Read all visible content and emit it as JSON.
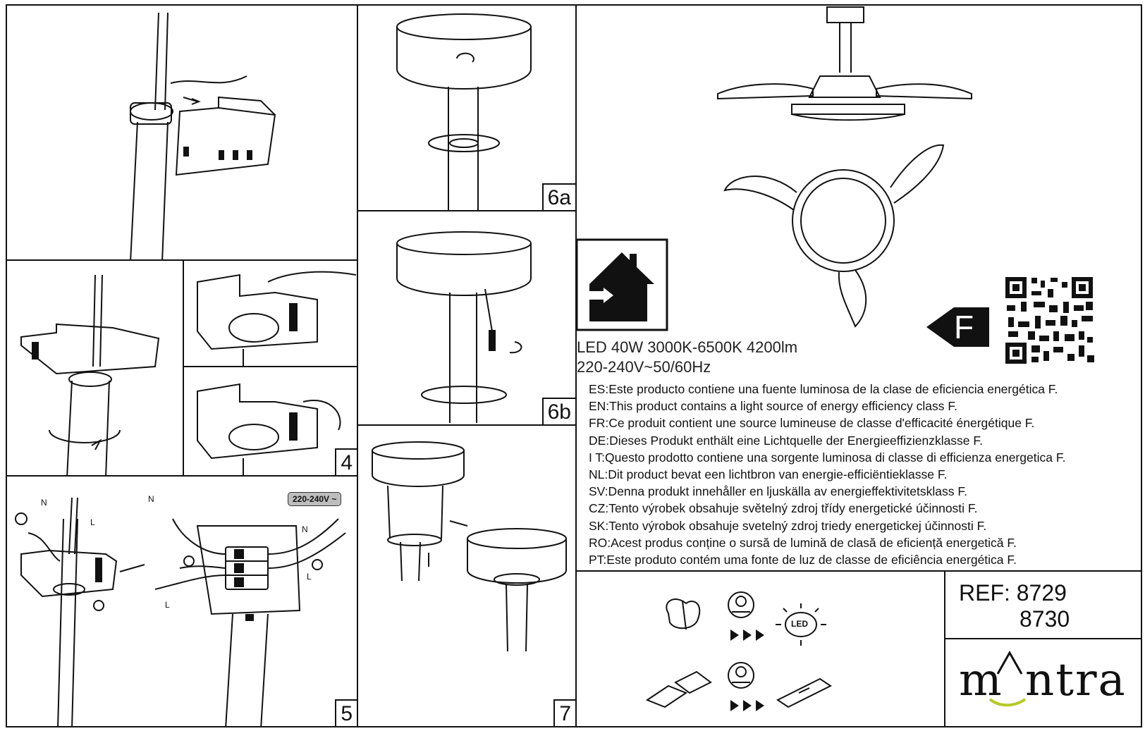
{
  "steps": {
    "s4": "4",
    "s5": "5",
    "s6a": "6a",
    "s6b": "6b",
    "s7": "7"
  },
  "wiring": {
    "voltage": "220-240V ~",
    "n": "N",
    "l": "L"
  },
  "specs": {
    "line1": "LED 40W 3000K-6500K 4200lm",
    "line2": "220-240V~50/60Hz"
  },
  "energy_class": "F",
  "energy_statements": [
    "ES:Este producto contiene una fuente luminosa de la clase de eficiencia energética F.",
    "EN:This product contains a light source of energy efficiency class  F.",
    "FR:Ce produit contient une source lumineuse de classe d'efficacité énergétique F.",
    "DE:Dieses Produkt enthält eine Lichtquelle der Energieeffizienzklasse F.",
    "I T:Questo prodotto contiene una sorgente luminosa di classe di efficienza energetica F.",
    "NL:Dit product bevat een lichtbron van energie-efficiëntieklasse F.",
    "SV:Denna produkt innehåller en ljuskälla av energieffektivitetsklass F.",
    "CZ:Tento výrobek obsahuje světelný zdroj třídy energetické účinnosti F.",
    "SK:Tento výrobok obsahuje svetelný zdroj triedy energetickej účinnosti F.",
    "RO:Acest produs conține o sursă de lumină de clasă de eficiență energetică F.",
    "PT:Este produto contém uma fonte de luz de classe de eficiência energética F."
  ],
  "ref": {
    "label": "REF: 8729",
    "second": "8730"
  },
  "brand": {
    "name_left": "m",
    "name_right": "ntra"
  },
  "led_icon_label": "LED",
  "colors": {
    "line": "#111111",
    "brand_accent": "#b5c928",
    "badge": "#bdbdbd"
  }
}
